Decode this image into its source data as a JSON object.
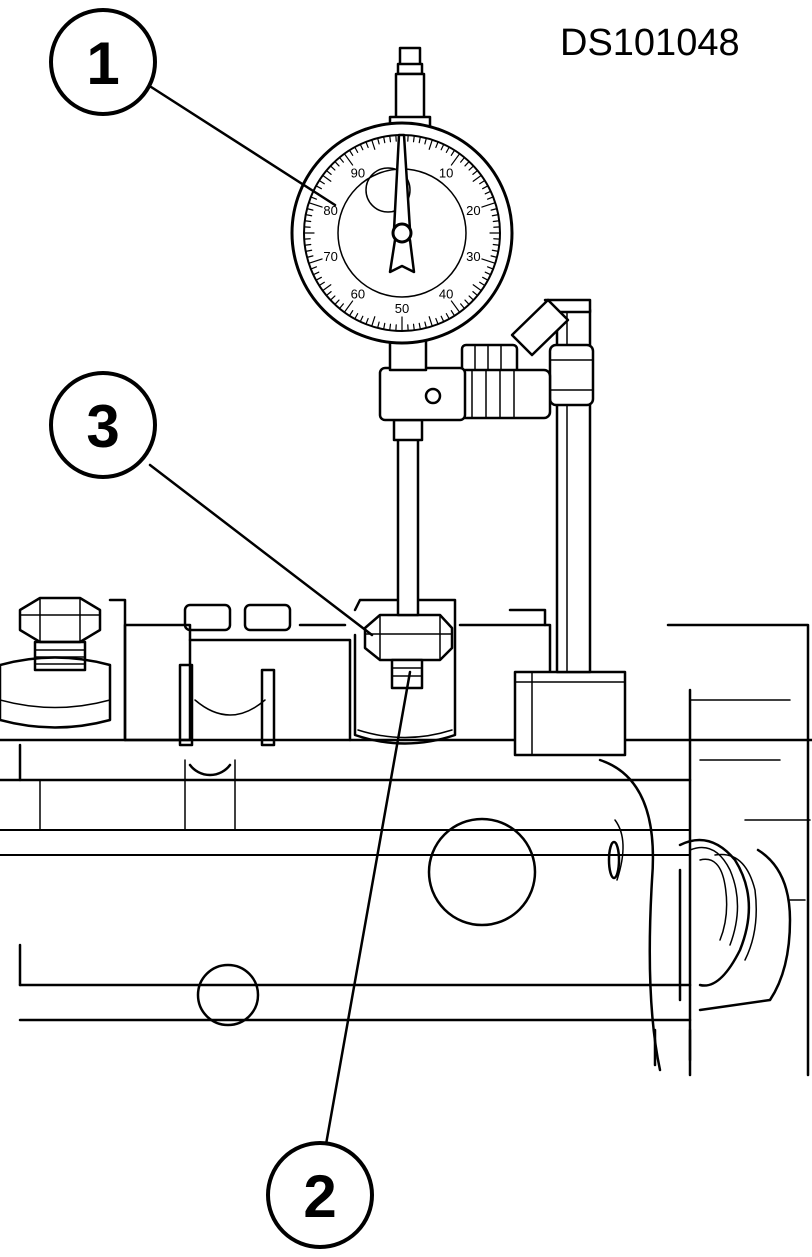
{
  "figure": {
    "reference_id": "DS101048"
  },
  "callouts": [
    {
      "number": "1",
      "part": "dial-gauge"
    },
    {
      "number": "2",
      "part": "valve-stem"
    },
    {
      "number": "3",
      "part": "lock-nut"
    }
  ],
  "dial": {
    "scale_labels": [
      "10",
      "20",
      "30",
      "40",
      "50",
      "60",
      "70",
      "80",
      "90"
    ]
  },
  "colors": {
    "ink": "#000000",
    "paper": "#ffffff"
  }
}
